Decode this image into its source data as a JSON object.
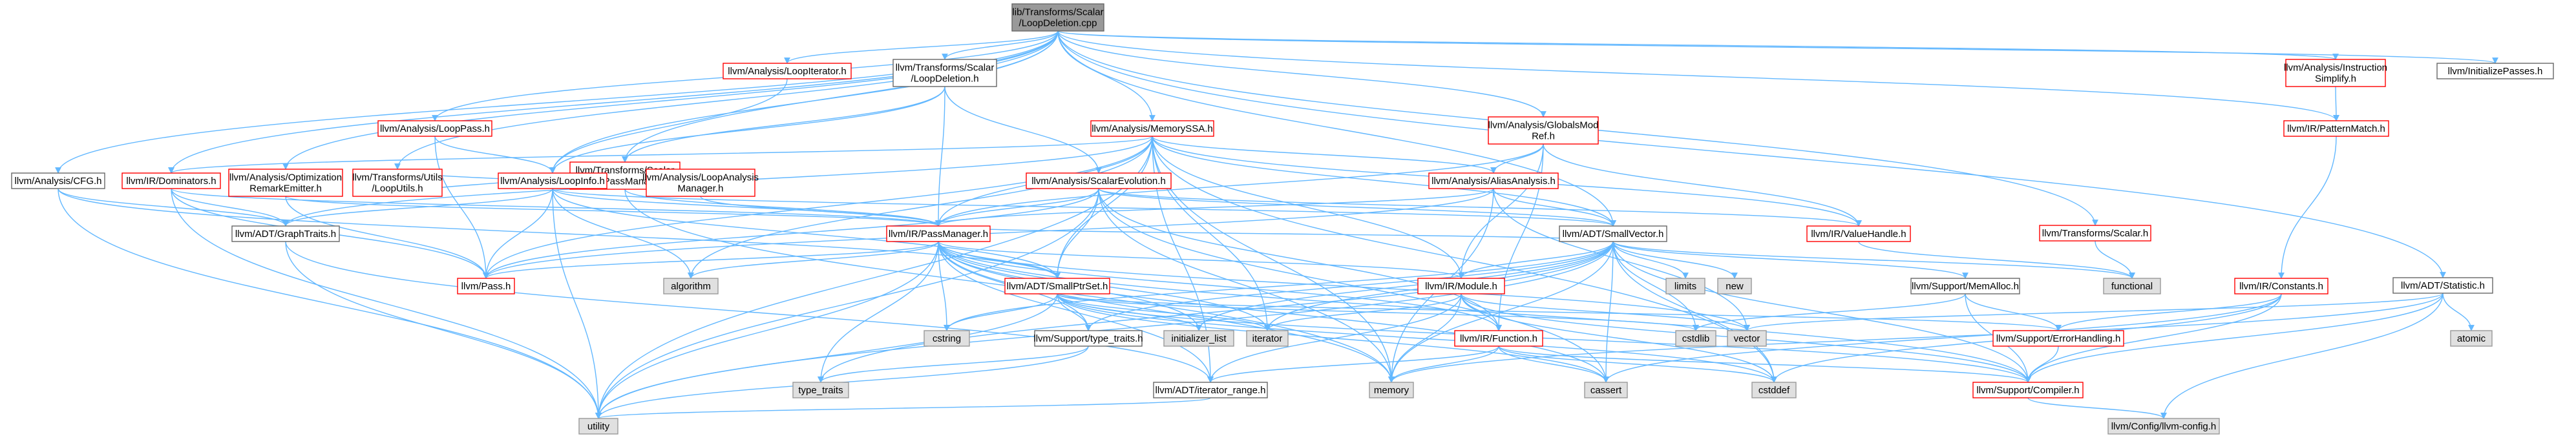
{
  "colors": {
    "edge": "#63b8ff",
    "root_fill": "#999999",
    "red_border": "#ff0000",
    "gray_fill": "#e0e0e0"
  },
  "nodes": [
    {
      "id": "root",
      "lines": [
        "lib/Transforms/Scalar",
        "/LoopDeletion.cpp"
      ],
      "kind": "root"
    },
    {
      "id": "cfg",
      "lines": [
        "llvm/Analysis/CFG.h"
      ],
      "kind": "plain"
    },
    {
      "id": "looppass",
      "lines": [
        "llvm/Analysis/LoopPass.h"
      ],
      "kind": "red"
    },
    {
      "id": "loopiter",
      "lines": [
        "llvm/Analysis/LoopIterator.h"
      ],
      "kind": "red"
    },
    {
      "id": "loopdel",
      "lines": [
        "llvm/Transforms/Scalar",
        "/LoopDeletion.h"
      ],
      "kind": "plain"
    },
    {
      "id": "memssa",
      "lines": [
        "llvm/Analysis/MemorySSA.h"
      ],
      "kind": "red"
    },
    {
      "id": "globalsmod",
      "lines": [
        "llvm/Analysis/GlobalsMod",
        "Ref.h"
      ],
      "kind": "red"
    },
    {
      "id": "instsimp",
      "lines": [
        "llvm/Analysis/Instruction",
        "Simplify.h"
      ],
      "kind": "red"
    },
    {
      "id": "initpasses",
      "lines": [
        "llvm/InitializePasses.h"
      ],
      "kind": "plain"
    },
    {
      "id": "patmatch",
      "lines": [
        "llvm/IR/PatternMatch.h"
      ],
      "kind": "red"
    },
    {
      "id": "dominators",
      "lines": [
        "llvm/IR/Dominators.h"
      ],
      "kind": "red"
    },
    {
      "id": "optremark",
      "lines": [
        "llvm/Analysis/Optimization",
        "RemarkEmitter.h"
      ],
      "kind": "red"
    },
    {
      "id": "looppm",
      "lines": [
        "llvm/Transforms/Scalar",
        "/LoopPassManager.h"
      ],
      "kind": "red"
    },
    {
      "id": "looputils",
      "lines": [
        "llvm/Transforms/Utils",
        "/LoopUtils.h"
      ],
      "kind": "red"
    },
    {
      "id": "loopinfo",
      "lines": [
        "llvm/Analysis/LoopInfo.h"
      ],
      "kind": "red"
    },
    {
      "id": "loopam",
      "lines": [
        "llvm/Analysis/LoopAnalysis",
        "Manager.h"
      ],
      "kind": "red"
    },
    {
      "id": "scev",
      "lines": [
        "llvm/Analysis/ScalarEvolution.h"
      ],
      "kind": "red"
    },
    {
      "id": "aa",
      "lines": [
        "llvm/Analysis/AliasAnalysis.h"
      ],
      "kind": "red"
    },
    {
      "id": "transscalar",
      "lines": [
        "llvm/Transforms/Scalar.h"
      ],
      "kind": "red"
    },
    {
      "id": "graphtraits",
      "lines": [
        "llvm/ADT/GraphTraits.h"
      ],
      "kind": "plain"
    },
    {
      "id": "passmgr",
      "lines": [
        "llvm/IR/PassManager.h"
      ],
      "kind": "red"
    },
    {
      "id": "smallvec",
      "lines": [
        "llvm/ADT/SmallVector.h"
      ],
      "kind": "plain"
    },
    {
      "id": "valuehandle",
      "lines": [
        "llvm/IR/ValueHandle.h"
      ],
      "kind": "red"
    },
    {
      "id": "statistic",
      "lines": [
        "llvm/ADT/Statistic.h"
      ],
      "kind": "plain"
    },
    {
      "id": "pass",
      "lines": [
        "llvm/Pass.h"
      ],
      "kind": "red"
    },
    {
      "id": "algorithm",
      "lines": [
        "algorithm"
      ],
      "kind": "gray"
    },
    {
      "id": "smallptrset",
      "lines": [
        "llvm/ADT/SmallPtrSet.h"
      ],
      "kind": "red"
    },
    {
      "id": "module",
      "lines": [
        "llvm/IR/Module.h"
      ],
      "kind": "red"
    },
    {
      "id": "limits",
      "lines": [
        "limits"
      ],
      "kind": "gray"
    },
    {
      "id": "new",
      "lines": [
        "new"
      ],
      "kind": "gray"
    },
    {
      "id": "memalloc",
      "lines": [
        "llvm/Support/MemAlloc.h"
      ],
      "kind": "plain"
    },
    {
      "id": "functional",
      "lines": [
        "functional"
      ],
      "kind": "gray"
    },
    {
      "id": "constants",
      "lines": [
        "llvm/IR/Constants.h"
      ],
      "kind": "red"
    },
    {
      "id": "atomic",
      "lines": [
        "atomic"
      ],
      "kind": "gray"
    },
    {
      "id": "cstring",
      "lines": [
        "cstring"
      ],
      "kind": "gray"
    },
    {
      "id": "typetraits_h",
      "lines": [
        "llvm/Support/type_traits.h"
      ],
      "kind": "plain"
    },
    {
      "id": "initlist",
      "lines": [
        "initializer_list"
      ],
      "kind": "gray"
    },
    {
      "id": "iterator",
      "lines": [
        "iterator"
      ],
      "kind": "gray"
    },
    {
      "id": "cstdlib",
      "lines": [
        "cstdlib"
      ],
      "kind": "gray"
    },
    {
      "id": "vector",
      "lines": [
        "vector"
      ],
      "kind": "gray"
    },
    {
      "id": "function",
      "lines": [
        "llvm/IR/Function.h"
      ],
      "kind": "red"
    },
    {
      "id": "errhandling",
      "lines": [
        "llvm/Support/ErrorHandling.h"
      ],
      "kind": "red"
    },
    {
      "id": "type_traits",
      "lines": [
        "type_traits"
      ],
      "kind": "gray"
    },
    {
      "id": "iterrange",
      "lines": [
        "llvm/ADT/iterator_range.h"
      ],
      "kind": "plain"
    },
    {
      "id": "memory",
      "lines": [
        "memory"
      ],
      "kind": "gray"
    },
    {
      "id": "cassert",
      "lines": [
        "cassert"
      ],
      "kind": "gray"
    },
    {
      "id": "cstddef",
      "lines": [
        "cstddef"
      ],
      "kind": "gray"
    },
    {
      "id": "compiler",
      "lines": [
        "llvm/Support/Compiler.h"
      ],
      "kind": "red"
    },
    {
      "id": "utility",
      "lines": [
        "utility"
      ],
      "kind": "gray"
    },
    {
      "id": "llvmconfig",
      "lines": [
        "llvm/Config/llvm-config.h"
      ],
      "kind": "gray"
    }
  ],
  "edges": [
    [
      "root",
      "cfg"
    ],
    [
      "root",
      "looppass"
    ],
    [
      "root",
      "loopiter"
    ],
    [
      "root",
      "loopdel"
    ],
    [
      "root",
      "memssa"
    ],
    [
      "root",
      "globalsmod"
    ],
    [
      "root",
      "instsimp"
    ],
    [
      "root",
      "initpasses"
    ],
    [
      "root",
      "patmatch"
    ],
    [
      "root",
      "smallvec"
    ],
    [
      "root",
      "statistic"
    ],
    [
      "root",
      "transscalar"
    ],
    [
      "root",
      "dominators"
    ],
    [
      "root",
      "looppm"
    ],
    [
      "root",
      "looputils"
    ],
    [
      "root",
      "optremark"
    ],
    [
      "root",
      "loopinfo"
    ],
    [
      "cfg",
      "graphtraits"
    ],
    [
      "cfg",
      "smallptrset"
    ],
    [
      "cfg",
      "utility"
    ],
    [
      "looppass",
      "loopinfo"
    ],
    [
      "looppass",
      "pass"
    ],
    [
      "loopiter",
      "loopinfo"
    ],
    [
      "loopdel",
      "looppm"
    ],
    [
      "loopdel",
      "passmgr"
    ],
    [
      "loopdel",
      "scev"
    ],
    [
      "loopdel",
      "loopinfo"
    ],
    [
      "memssa",
      "aa"
    ],
    [
      "memssa",
      "passmgr"
    ],
    [
      "memssa",
      "pass"
    ],
    [
      "memssa",
      "module"
    ],
    [
      "memssa",
      "smallptrset"
    ],
    [
      "memssa",
      "smallvec"
    ],
    [
      "memssa",
      "valuehandle"
    ],
    [
      "memssa",
      "iterator"
    ],
    [
      "memssa",
      "memory"
    ],
    [
      "memssa",
      "utility"
    ],
    [
      "memssa",
      "cstddef"
    ],
    [
      "memssa",
      "algorithm"
    ],
    [
      "memssa",
      "graphtraits"
    ],
    [
      "memssa",
      "dominators"
    ],
    [
      "memssa",
      "iterrange"
    ],
    [
      "globalsmod",
      "aa"
    ],
    [
      "globalsmod",
      "passmgr"
    ],
    [
      "globalsmod",
      "module"
    ],
    [
      "globalsmod",
      "valuehandle"
    ],
    [
      "globalsmod",
      "function"
    ],
    [
      "instsimp",
      "patmatch"
    ],
    [
      "patmatch",
      "constants"
    ],
    [
      "dominators",
      "graphtraits"
    ],
    [
      "dominators",
      "passmgr"
    ],
    [
      "dominators",
      "pass"
    ],
    [
      "dominators",
      "utility"
    ],
    [
      "optremark",
      "passmgr"
    ],
    [
      "optremark",
      "pass"
    ],
    [
      "looppm",
      "passmgr"
    ],
    [
      "looppm",
      "loopam"
    ],
    [
      "looppm",
      "looputils"
    ],
    [
      "looppm",
      "loopinfo"
    ],
    [
      "looppm",
      "memory"
    ],
    [
      "looputils",
      "loopinfo"
    ],
    [
      "loopinfo",
      "graphtraits"
    ],
    [
      "loopinfo",
      "smallptrset"
    ],
    [
      "loopinfo",
      "smallvec"
    ],
    [
      "loopinfo",
      "passmgr"
    ],
    [
      "loopinfo",
      "pass"
    ],
    [
      "loopinfo",
      "algorithm"
    ],
    [
      "loopinfo",
      "utility"
    ],
    [
      "loopam",
      "passmgr"
    ],
    [
      "scev",
      "passmgr"
    ],
    [
      "scev",
      "smallptrset"
    ],
    [
      "scev",
      "smallvec"
    ],
    [
      "scev",
      "valuehandle"
    ],
    [
      "scev",
      "pass"
    ],
    [
      "scev",
      "function"
    ],
    [
      "scev",
      "cassert"
    ],
    [
      "scev",
      "memory"
    ],
    [
      "scev",
      "utility"
    ],
    [
      "scev",
      "cstdint"
    ],
    [
      "aa",
      "passmgr"
    ],
    [
      "aa",
      "smallvec"
    ],
    [
      "aa",
      "pass"
    ],
    [
      "aa",
      "memory"
    ],
    [
      "aa",
      "cstdint"
    ],
    [
      "aa",
      "vector"
    ],
    [
      "transscalar",
      "functional"
    ],
    [
      "graphtraits",
      "iterrange"
    ],
    [
      "graphtraits",
      "utility"
    ],
    [
      "passmgr",
      "smallptrset"
    ],
    [
      "passmgr",
      "smallvec"
    ],
    [
      "passmgr",
      "function"
    ],
    [
      "passmgr",
      "module"
    ],
    [
      "passmgr",
      "pass"
    ],
    [
      "passmgr",
      "algorithm"
    ],
    [
      "passmgr",
      "cassert"
    ],
    [
      "passmgr",
      "cstring"
    ],
    [
      "passmgr",
      "iterator"
    ],
    [
      "passmgr",
      "type_traits"
    ],
    [
      "passmgr",
      "utility"
    ],
    [
      "passmgr",
      "vector"
    ],
    [
      "passmgr",
      "memory"
    ],
    [
      "passmgr",
      "typetraits_h"
    ],
    [
      "passmgr",
      "compiler"
    ],
    [
      "passmgr",
      "iterrange"
    ],
    [
      "passmgr",
      "initlist"
    ],
    [
      "smallvec",
      "compiler"
    ],
    [
      "smallvec",
      "typetraits_h"
    ],
    [
      "smallvec",
      "cassert"
    ],
    [
      "smallvec",
      "cstddef"
    ],
    [
      "smallvec",
      "cstdlib"
    ],
    [
      "smallvec",
      "cstring"
    ],
    [
      "smallvec",
      "functional"
    ],
    [
      "smallvec",
      "initlist"
    ],
    [
      "smallvec",
      "iterator"
    ],
    [
      "smallvec",
      "limits"
    ],
    [
      "smallvec",
      "memory"
    ],
    [
      "smallvec",
      "new"
    ],
    [
      "smallvec",
      "type_traits"
    ],
    [
      "smallvec",
      "utility"
    ],
    [
      "smallvec",
      "memalloc"
    ],
    [
      "valuehandle",
      "functional"
    ],
    [
      "statistic",
      "compiler"
    ],
    [
      "statistic",
      "llvmconfig"
    ],
    [
      "statistic",
      "atomic"
    ],
    [
      "statistic",
      "memory"
    ],
    [
      "statistic",
      "vector"
    ],
    [
      "smallptrset",
      "compiler"
    ],
    [
      "smallptrset",
      "typetraits_h"
    ],
    [
      "smallptrset",
      "cassert"
    ],
    [
      "smallptrset",
      "cstddef"
    ],
    [
      "smallptrset",
      "cstdlib"
    ],
    [
      "smallptrset",
      "cstring"
    ],
    [
      "smallptrset",
      "initlist"
    ],
    [
      "smallptrset",
      "iterator"
    ],
    [
      "smallptrset",
      "utility"
    ],
    [
      "smallptrset",
      "errhandling"
    ],
    [
      "module",
      "function"
    ],
    [
      "module",
      "smallvec"
    ],
    [
      "module",
      "iterrange"
    ],
    [
      "module",
      "cstddef"
    ],
    [
      "module",
      "iterator"
    ],
    [
      "module",
      "memory"
    ],
    [
      "module",
      "vector"
    ],
    [
      "module",
      "compiler"
    ],
    [
      "module",
      "cstdint"
    ],
    [
      "memalloc",
      "compiler"
    ],
    [
      "memalloc",
      "errhandling"
    ],
    [
      "memalloc",
      "cstdlib"
    ],
    [
      "constants",
      "compiler"
    ],
    [
      "constants",
      "errhandling"
    ],
    [
      "constants",
      "cassert"
    ],
    [
      "constants",
      "cstddef"
    ],
    [
      "constants",
      "cstdint"
    ],
    [
      "typetraits_h",
      "type_traits"
    ],
    [
      "typetraits_h",
      "utility"
    ],
    [
      "function",
      "iterrange"
    ],
    [
      "function",
      "compiler"
    ],
    [
      "function",
      "cassert"
    ],
    [
      "function",
      "cstddef"
    ],
    [
      "function",
      "memory"
    ],
    [
      "errhandling",
      "compiler"
    ],
    [
      "iterrange",
      "utility"
    ],
    [
      "compiler",
      "llvmconfig"
    ]
  ]
}
